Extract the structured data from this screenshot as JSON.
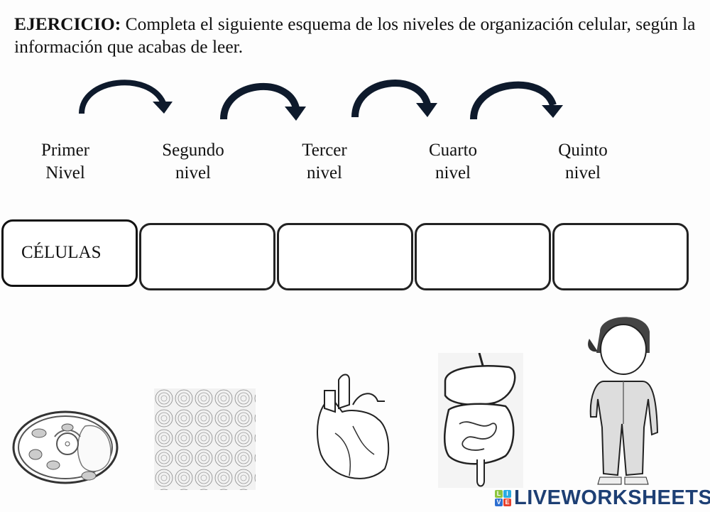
{
  "instructions": {
    "bold": "EJERCICIO:",
    "text": " Completa el siguiente esquema de los niveles de organización celular, según la información que acabas de leer."
  },
  "levels": [
    {
      "line1": "Primer",
      "line2": "Nivel"
    },
    {
      "line1": "Segundo",
      "line2": "nivel"
    },
    {
      "line1": "Tercer",
      "line2": "nivel"
    },
    {
      "line1": "Cuarto",
      "line2": "nivel"
    },
    {
      "line1": "Quinto",
      "line2": "nivel"
    }
  ],
  "answers": {
    "box1": "CÉLULAS",
    "box2": "",
    "box3": "",
    "box4": "",
    "box5": ""
  },
  "images": [
    "plant-cell",
    "tissue",
    "heart-organ",
    "digestive-system",
    "human-body-organism"
  ],
  "logo": {
    "letters": [
      "L",
      "I",
      "V",
      "E"
    ],
    "colors": [
      "#8cc63f",
      "#29abe2",
      "#2e6fd1",
      "#e8412d"
    ],
    "text": "LIVEWORKSHEETS"
  }
}
